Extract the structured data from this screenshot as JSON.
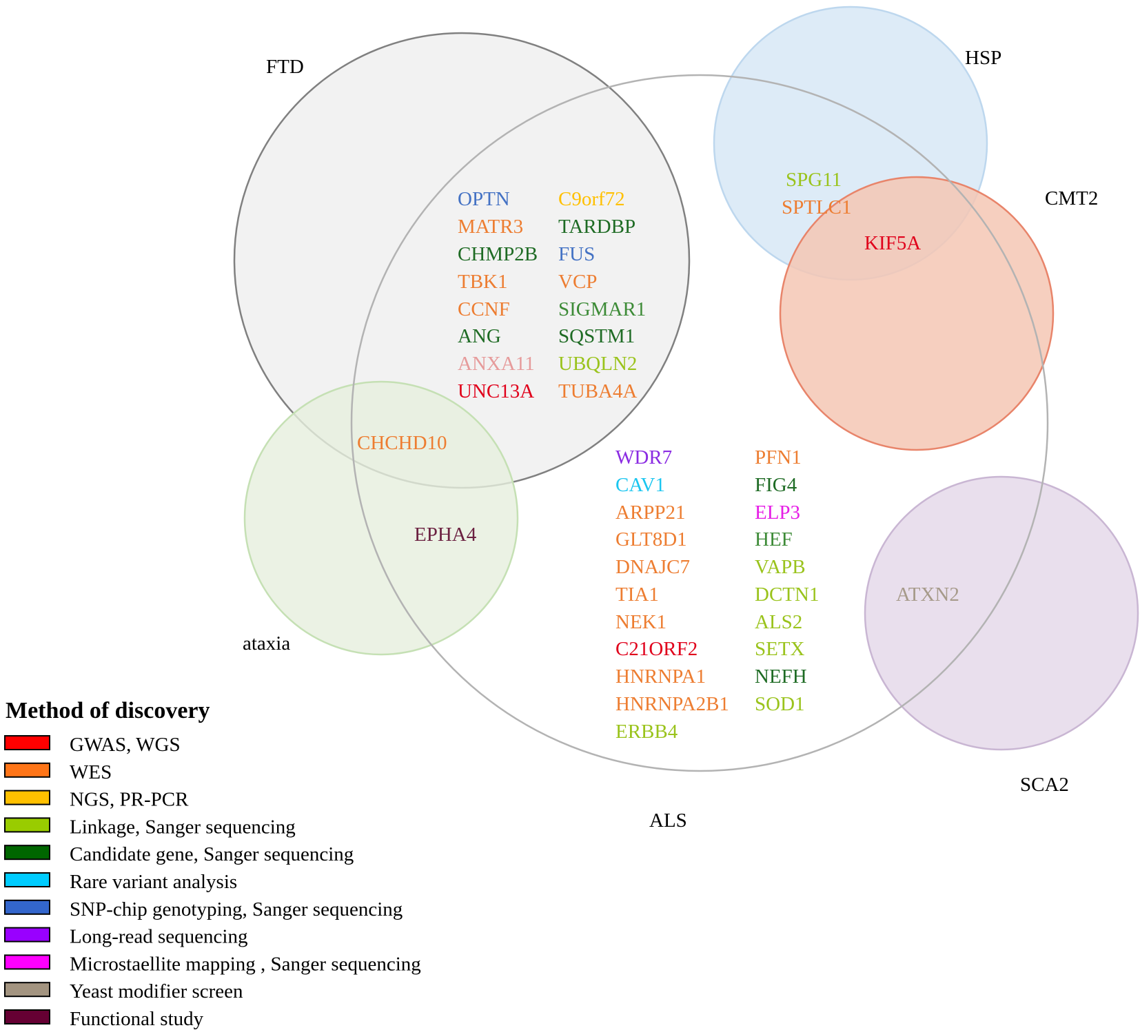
{
  "sets": {
    "ftd": {
      "label": "FTD",
      "fill": "#f2f2f2",
      "stroke": "#808080"
    },
    "als": {
      "label": "ALS",
      "fill": "none",
      "stroke": "#b3b3b3"
    },
    "hsp": {
      "label": "HSP",
      "fill": "#ddebf7",
      "stroke": "#bdd7ee"
    },
    "cmt2": {
      "label": "CMT2",
      "fill": "#f4c7b4",
      "stroke": "#e8846a"
    },
    "ataxia": {
      "label": "ataxia",
      "fill": "#e6efdd",
      "stroke": "#c5e0b4"
    },
    "sca2": {
      "label": "SCA2",
      "fill": "#e7dbeb",
      "stroke": "#c9b6d3"
    }
  },
  "genes": {
    "optn": {
      "text": "OPTN",
      "color": "#4472c4"
    },
    "matr3": {
      "text": "MATR3",
      "color": "#ed7d31"
    },
    "chmp2b": {
      "text": "CHMP2B",
      "color": "#1e6b24"
    },
    "tbk1": {
      "text": "TBK1",
      "color": "#ed7d31"
    },
    "ccnf": {
      "text": "CCNF",
      "color": "#ed7d31"
    },
    "ang": {
      "text": "ANG",
      "color": "#1e6b24"
    },
    "anxa11": {
      "text": "ANXA11",
      "color": "#e69b9b"
    },
    "unc13a": {
      "text": "UNC13A",
      "color": "#e0001b"
    },
    "c9orf72": {
      "text": "C9orf72",
      "color": "#ffc000"
    },
    "tardbp": {
      "text": "TARDBP",
      "color": "#1e6b24"
    },
    "fus": {
      "text": "FUS",
      "color": "#4472c4"
    },
    "vcp": {
      "text": "VCP",
      "color": "#ed7d31"
    },
    "sigmar1": {
      "text": "SIGMAR1",
      "color": "#3d8b37"
    },
    "sqstm1": {
      "text": "SQSTM1",
      "color": "#1e6b24"
    },
    "ubqln2": {
      "text": "UBQLN2",
      "color": "#9ac31c"
    },
    "tuba4a": {
      "text": "TUBA4A",
      "color": "#ed7d31"
    },
    "spg11": {
      "text": "SPG11",
      "color": "#9ac31c"
    },
    "sptlc1": {
      "text": "SPTLC1",
      "color": "#ed7d31"
    },
    "kif5a": {
      "text": "KIF5A",
      "color": "#e0001b"
    },
    "chchd10": {
      "text": "CHCHD10",
      "color": "#ed7d31"
    },
    "epha4": {
      "text": "EPHA4",
      "color": "#6b2141"
    },
    "atxn2": {
      "text": "ATXN2",
      "color": "#a69a8a"
    },
    "wdr7": {
      "text": "WDR7",
      "color": "#8a2be2"
    },
    "cav1": {
      "text": "CAV1",
      "color": "#1bc6f0"
    },
    "arpp21": {
      "text": "ARPP21",
      "color": "#ed7d31"
    },
    "glt8d1": {
      "text": "GLT8D1",
      "color": "#ed7d31"
    },
    "dnajc7": {
      "text": "DNAJC7",
      "color": "#ed7d31"
    },
    "tia1": {
      "text": "TIA1",
      "color": "#ed7d31"
    },
    "nek1": {
      "text": "NEK1",
      "color": "#ed7d31"
    },
    "c21orf2": {
      "text": "C21ORF2",
      "color": "#e0001b"
    },
    "hnrnpa1": {
      "text": "HNRNPA1",
      "color": "#ed7d31"
    },
    "hnrnpa2b1": {
      "text": "HNRNPA2B1",
      "color": "#ed7d31"
    },
    "erbb4": {
      "text": "ERBB4",
      "color": "#9ac31c"
    },
    "pfn1": {
      "text": "PFN1",
      "color": "#ed7d31"
    },
    "fig4": {
      "text": "FIG4",
      "color": "#1e6b24"
    },
    "elp3": {
      "text": "ELP3",
      "color": "#e61ee6"
    },
    "hef": {
      "text": "HEF",
      "color": "#3d8b37"
    },
    "vapb": {
      "text": "VAPB",
      "color": "#9ac31c"
    },
    "dctn1": {
      "text": "DCTN1",
      "color": "#9ac31c"
    },
    "als2": {
      "text": "ALS2",
      "color": "#9ac31c"
    },
    "setx": {
      "text": "SETX",
      "color": "#9ac31c"
    },
    "nefh": {
      "text": "NEFH",
      "color": "#1e6b24"
    },
    "sod1": {
      "text": "SOD1",
      "color": "#9ac31c"
    }
  },
  "legend": {
    "title": "Method of discovery",
    "items": [
      {
        "label": "GWAS, WGS",
        "color": "#ff0000"
      },
      {
        "label": "WES",
        "color": "#ff7518"
      },
      {
        "label": "NGS, PR-PCR",
        "color": "#ffc000"
      },
      {
        "label": "Linkage, Sanger sequencing",
        "color": "#99cc00"
      },
      {
        "label": "Candidate gene, Sanger sequencing",
        "color": "#006600"
      },
      {
        "label": "Rare variant analysis",
        "color": "#00ccff"
      },
      {
        "label": "SNP-chip genotyping, Sanger sequencing",
        "color": "#3366cc"
      },
      {
        "label": "Long-read sequencing",
        "color": "#9900ff"
      },
      {
        "label": "Microstaellite mapping , Sanger sequencing",
        "color": "#ff00ff"
      },
      {
        "label": "Yeast modifier screen",
        "color": "#a39480"
      },
      {
        "label": "Functional study",
        "color": "#660033"
      }
    ]
  }
}
